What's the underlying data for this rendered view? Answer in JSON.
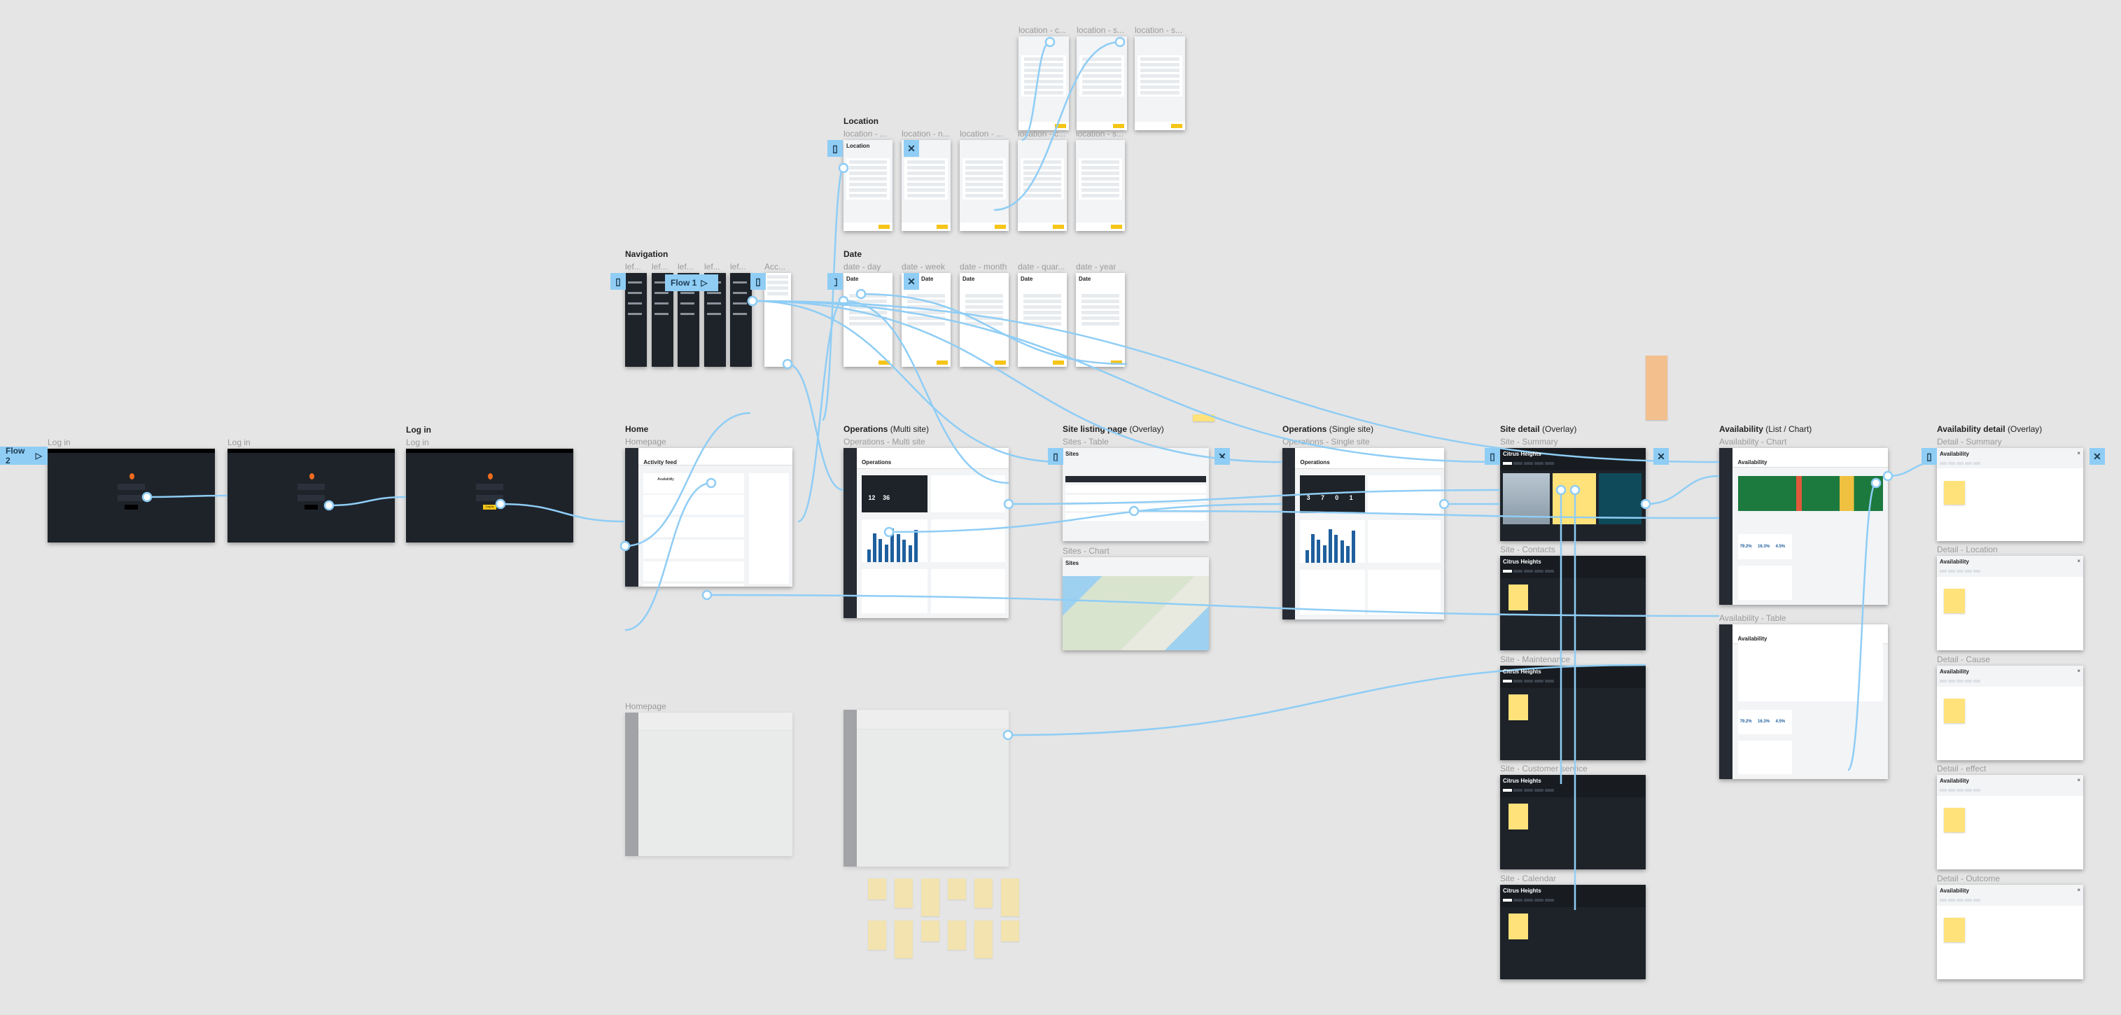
{
  "flows": [
    {
      "label": "Flow 2"
    },
    {
      "label": "Flow 1"
    }
  ],
  "sections": {
    "location": "Location",
    "navigation": "Navigation",
    "date": "Date",
    "home": "Home",
    "operations_multi": "Operations",
    "operations_multi_note": "(Multi site)",
    "site_listing": "Site listing page",
    "site_listing_note": "(Overlay)",
    "operations_single": "Operations",
    "operations_single_note": "(Single site)",
    "site_detail": "Site detail",
    "site_detail_note": "(Overlay)",
    "availability": "Availability",
    "availability_note": "(List / Chart)",
    "availability_detail": "Availability detail",
    "availability_detail_note": "(Overlay)",
    "login": "Log in"
  },
  "frames": {
    "login1": {
      "subtitle": "Log in"
    },
    "login2": {
      "subtitle": "Log in"
    },
    "login3": {
      "subtitle": "Log in",
      "button": "Log in"
    },
    "loctop1": {
      "subtitle": "location - c..."
    },
    "loctop2": {
      "subtitle": "location - s..."
    },
    "loctop3": {
      "subtitle": "location - s..."
    },
    "loc1": {
      "subtitle": "location - ...",
      "heading": "Location"
    },
    "loc2": {
      "subtitle": "location - n..."
    },
    "loc3": {
      "subtitle": "location - ..."
    },
    "loc4": {
      "subtitle": "location - c..."
    },
    "loc5": {
      "subtitle": "location - s..."
    },
    "nav1": {
      "subtitle": "lef..."
    },
    "nav2": {
      "subtitle": "lef..."
    },
    "nav3": {
      "subtitle": "lef..."
    },
    "nav4": {
      "subtitle": "lef..."
    },
    "nav5": {
      "subtitle": "lef..."
    },
    "acc": {
      "subtitle": "Acc..."
    },
    "date1": {
      "subtitle": "date - day",
      "heading": "Date"
    },
    "date2": {
      "subtitle": "date - week",
      "heading": "Date"
    },
    "date3": {
      "subtitle": "date - month",
      "heading": "Date"
    },
    "date4": {
      "subtitle": "date - quar...",
      "heading": "Date"
    },
    "date5": {
      "subtitle": "date - year",
      "heading": "Date"
    },
    "home": {
      "subtitle": "Homepage",
      "heading": "Activity feed",
      "card": "Availability"
    },
    "opsmulti": {
      "subtitle": "Operations - Multi site",
      "heading": "Operations",
      "kpi1": "12",
      "kpi2": "36"
    },
    "sitestable": {
      "subtitle": "Sites - Table",
      "heading": "Sites"
    },
    "siteschart": {
      "subtitle": "Sites - Chart",
      "heading": "Sites"
    },
    "opssingle": {
      "subtitle": "Operations - Single site",
      "heading": "Operations",
      "kpi1": "3",
      "kpi2": "7",
      "kpi3": "0",
      "kpi4": "1"
    },
    "sitesummary": {
      "subtitle": "Site - Summary",
      "heading": "Citrus Heights"
    },
    "sitecontacts": {
      "subtitle": "Site - Contacts",
      "heading": "Citrus Heights"
    },
    "sitemaint": {
      "subtitle": "Site - Maintenance",
      "heading": "Citrus Heights"
    },
    "sitecs": {
      "subtitle": "Site - Customer service",
      "heading": "Citrus Heights"
    },
    "sitecal": {
      "subtitle": "Site - Calendar",
      "heading": "Citrus Heights"
    },
    "availchart": {
      "subtitle": "Availability - Chart",
      "heading": "Availability",
      "kpi1": "79.2%",
      "kpi2": "16.3%",
      "kpi3": "4.5%"
    },
    "availtable": {
      "subtitle": "Availability - Table",
      "heading": "Availability",
      "kpi1": "79.2%",
      "kpi2": "16.3%",
      "kpi3": "4.5%"
    },
    "detsummary": {
      "subtitle": "Detail - Summary",
      "heading": "Availability"
    },
    "detlocation": {
      "subtitle": "Detail - Location",
      "heading": "Availability"
    },
    "detcause": {
      "subtitle": "Detail - Cause",
      "heading": "Availability"
    },
    "deteffect": {
      "subtitle": "Detail - effect",
      "heading": "Availability"
    },
    "detoutcome": {
      "subtitle": "Detail - Outcome",
      "heading": "Availability"
    },
    "homefaded": {
      "subtitle": "Homepage"
    },
    "opsfaded": {
      "subtitle": ""
    }
  },
  "colors": {
    "wire": "#8fcdf5",
    "accent": "#f5c518",
    "dark": "#1e232a"
  }
}
